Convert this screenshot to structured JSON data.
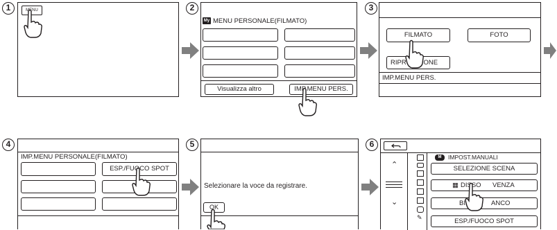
{
  "steps": [
    "1",
    "2",
    "3",
    "4",
    "5",
    "6"
  ],
  "step1": {
    "menu_label": "MENU"
  },
  "step2": {
    "my_badge": "My",
    "title": "MENU PERSONALE(FILMATO)",
    "more_label": "Visualizza altro",
    "settings_label": "IMP.MENU PERS."
  },
  "step3": {
    "movie_label": "FILMATO",
    "photo_label": "FOTO",
    "playback_left": "RIPR",
    "playback_right": "ZIONE",
    "footer": "IMP.MENU PERS."
  },
  "step4": {
    "title": "IMP.MENU PERSONALE(FILMATO)",
    "spot_label": "ESP./FUOCO SPOT"
  },
  "step5": {
    "message": "Selezionare la voce da registrare.",
    "ok_label": "OK"
  },
  "step6": {
    "back_icon": "return-arrow-icon",
    "badge": "M",
    "title": "IMPOST.MANUALI",
    "items": [
      {
        "left": "SELEZIONE SCENA",
        "right": ""
      },
      {
        "left": "DISSO",
        "right": "VENZA"
      },
      {
        "left": "BIL",
        "right": "ANCO"
      },
      {
        "left": "ESP./FUOCO SPOT",
        "right": ""
      }
    ],
    "side_icons": [
      "camera-icon",
      "tape-icon",
      "home-icon",
      "playback-icon",
      "card-icon",
      "memory-icon",
      "connect-icon",
      "wrench-icon"
    ]
  },
  "colors": {
    "line": "#231f20",
    "arrow": "#808080",
    "badge_bg": "#231f20"
  }
}
